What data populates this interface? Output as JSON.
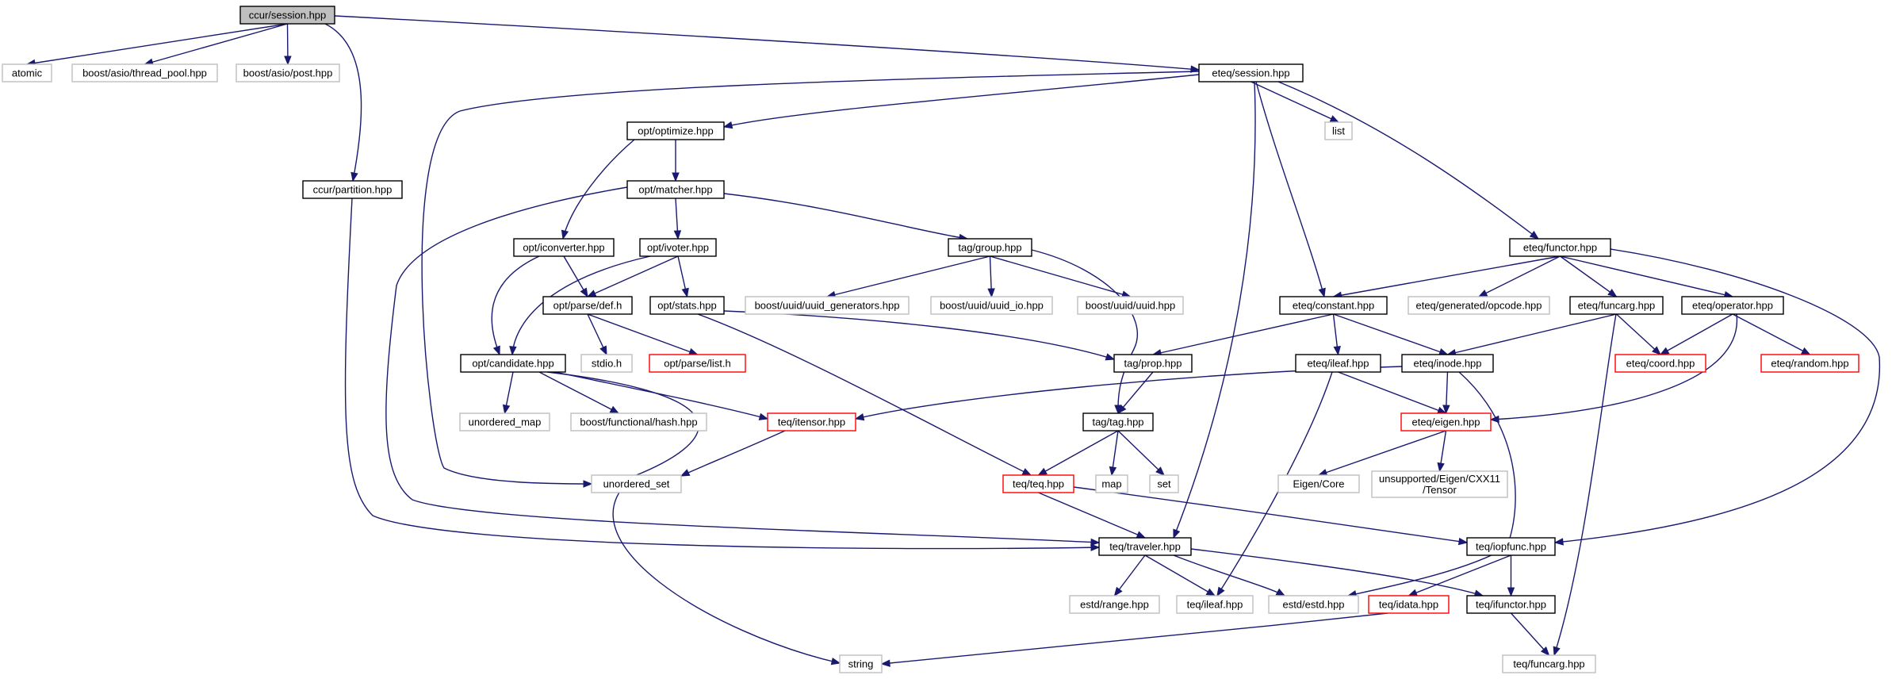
{
  "graph": {
    "nodes": [
      {
        "id": "root",
        "label": "ccur/session.hpp",
        "kind": "root"
      },
      {
        "id": "atomic",
        "label": "atomic",
        "kind": "system"
      },
      {
        "id": "thread_pool",
        "label": "boost/asio/thread_pool.hpp",
        "kind": "system"
      },
      {
        "id": "post",
        "label": "boost/asio/post.hpp",
        "kind": "system"
      },
      {
        "id": "partition",
        "label": "ccur/partition.hpp",
        "kind": "local"
      },
      {
        "id": "eteq_session",
        "label": "eteq/session.hpp",
        "kind": "local"
      },
      {
        "id": "optimize",
        "label": "opt/optimize.hpp",
        "kind": "local"
      },
      {
        "id": "list",
        "label": "list",
        "kind": "system"
      },
      {
        "id": "matcher",
        "label": "opt/matcher.hpp",
        "kind": "local"
      },
      {
        "id": "iconverter",
        "label": "opt/iconverter.hpp",
        "kind": "local"
      },
      {
        "id": "ivoter",
        "label": "opt/ivoter.hpp",
        "kind": "local"
      },
      {
        "id": "tag_group",
        "label": "tag/group.hpp",
        "kind": "local"
      },
      {
        "id": "functor",
        "label": "eteq/functor.hpp",
        "kind": "local"
      },
      {
        "id": "parse_def",
        "label": "opt/parse/def.h",
        "kind": "local"
      },
      {
        "id": "stats",
        "label": "opt/stats.hpp",
        "kind": "local"
      },
      {
        "id": "uuid_gen",
        "label": "boost/uuid/uuid_generators.hpp",
        "kind": "system"
      },
      {
        "id": "uuid_io",
        "label": "boost/uuid/uuid_io.hpp",
        "kind": "system"
      },
      {
        "id": "uuid",
        "label": "boost/uuid/uuid.hpp",
        "kind": "system"
      },
      {
        "id": "constant",
        "label": "eteq/constant.hpp",
        "kind": "local"
      },
      {
        "id": "opcode",
        "label": "eteq/generated/opcode.hpp",
        "kind": "system"
      },
      {
        "id": "funcarg",
        "label": "eteq/funcarg.hpp",
        "kind": "local"
      },
      {
        "id": "operator",
        "label": "eteq/operator.hpp",
        "kind": "local"
      },
      {
        "id": "candidate",
        "label": "opt/candidate.hpp",
        "kind": "local"
      },
      {
        "id": "stdio",
        "label": "stdio.h",
        "kind": "system"
      },
      {
        "id": "parse_list",
        "label": "opt/parse/list.h",
        "kind": "missing"
      },
      {
        "id": "tag_prop",
        "label": "tag/prop.hpp",
        "kind": "local"
      },
      {
        "id": "eteq_ileaf",
        "label": "eteq/ileaf.hpp",
        "kind": "local"
      },
      {
        "id": "eteq_inode",
        "label": "eteq/inode.hpp",
        "kind": "local"
      },
      {
        "id": "eteq_coord",
        "label": "eteq/coord.hpp",
        "kind": "missing"
      },
      {
        "id": "eteq_random",
        "label": "eteq/random.hpp",
        "kind": "missing"
      },
      {
        "id": "unordered_map",
        "label": "unordered_map",
        "kind": "system"
      },
      {
        "id": "hash",
        "label": "boost/functional/hash.hpp",
        "kind": "system"
      },
      {
        "id": "itensor",
        "label": "teq/itensor.hpp",
        "kind": "missing"
      },
      {
        "id": "tag_tag",
        "label": "tag/tag.hpp",
        "kind": "local"
      },
      {
        "id": "eteq_eigen",
        "label": "eteq/eigen.hpp",
        "kind": "missing"
      },
      {
        "id": "unordered_set",
        "label": "unordered_set",
        "kind": "system"
      },
      {
        "id": "teq_teq",
        "label": "teq/teq.hpp",
        "kind": "missing"
      },
      {
        "id": "map",
        "label": "map",
        "kind": "system"
      },
      {
        "id": "set",
        "label": "set",
        "kind": "system"
      },
      {
        "id": "eigen_core",
        "label": "Eigen/Core",
        "kind": "system"
      },
      {
        "id": "eigen_tensor",
        "label": "unsupported/Eigen/CXX11\n/Tensor",
        "kind": "system"
      },
      {
        "id": "traveler",
        "label": "teq/traveler.hpp",
        "kind": "local"
      },
      {
        "id": "iopfunc",
        "label": "teq/iopfunc.hpp",
        "kind": "local"
      },
      {
        "id": "range",
        "label": "estd/range.hpp",
        "kind": "system"
      },
      {
        "id": "teq_ileaf",
        "label": "teq/ileaf.hpp",
        "kind": "system"
      },
      {
        "id": "estd",
        "label": "estd/estd.hpp",
        "kind": "system"
      },
      {
        "id": "idata",
        "label": "teq/idata.hpp",
        "kind": "missing"
      },
      {
        "id": "ifunctor",
        "label": "teq/ifunctor.hpp",
        "kind": "local"
      },
      {
        "id": "string",
        "label": "string",
        "kind": "system"
      },
      {
        "id": "teq_funcarg",
        "label": "teq/funcarg.hpp",
        "kind": "system"
      }
    ],
    "edges": [
      [
        "root",
        "atomic"
      ],
      [
        "root",
        "thread_pool"
      ],
      [
        "root",
        "post"
      ],
      [
        "root",
        "partition"
      ],
      [
        "root",
        "eteq_session"
      ],
      [
        "partition",
        "traveler"
      ],
      [
        "eteq_session",
        "optimize"
      ],
      [
        "eteq_session",
        "list"
      ],
      [
        "eteq_session",
        "functor"
      ],
      [
        "eteq_session",
        "constant"
      ],
      [
        "eteq_session",
        "unordered_set"
      ],
      [
        "eteq_session",
        "traveler"
      ],
      [
        "optimize",
        "matcher"
      ],
      [
        "optimize",
        "iconverter"
      ],
      [
        "matcher",
        "ivoter"
      ],
      [
        "matcher",
        "tag_group"
      ],
      [
        "matcher",
        "traveler"
      ],
      [
        "iconverter",
        "parse_def"
      ],
      [
        "iconverter",
        "candidate"
      ],
      [
        "ivoter",
        "parse_def"
      ],
      [
        "ivoter",
        "stats"
      ],
      [
        "ivoter",
        "candidate"
      ],
      [
        "tag_group",
        "uuid_gen"
      ],
      [
        "tag_group",
        "uuid_io"
      ],
      [
        "tag_group",
        "uuid"
      ],
      [
        "tag_group",
        "tag_tag"
      ],
      [
        "parse_def",
        "stdio"
      ],
      [
        "parse_def",
        "parse_list"
      ],
      [
        "stats",
        "tag_prop"
      ],
      [
        "stats",
        "teq_teq"
      ],
      [
        "candidate",
        "unordered_map"
      ],
      [
        "candidate",
        "hash"
      ],
      [
        "candidate",
        "itensor"
      ],
      [
        "candidate",
        "string"
      ],
      [
        "functor",
        "constant"
      ],
      [
        "functor",
        "opcode"
      ],
      [
        "functor",
        "funcarg"
      ],
      [
        "functor",
        "operator"
      ],
      [
        "functor",
        "iopfunc"
      ],
      [
        "constant",
        "tag_prop"
      ],
      [
        "constant",
        "eteq_ileaf"
      ],
      [
        "constant",
        "eteq_inode"
      ],
      [
        "funcarg",
        "eteq_inode"
      ],
      [
        "funcarg",
        "eteq_coord"
      ],
      [
        "funcarg",
        "teq_funcarg"
      ],
      [
        "operator",
        "eteq_coord"
      ],
      [
        "operator",
        "eteq_random"
      ],
      [
        "operator",
        "eteq_eigen"
      ],
      [
        "tag_prop",
        "tag_tag"
      ],
      [
        "eteq_ileaf",
        "eteq_eigen"
      ],
      [
        "eteq_ileaf",
        "teq_ileaf"
      ],
      [
        "eteq_inode",
        "itensor"
      ],
      [
        "eteq_inode",
        "eteq_eigen"
      ],
      [
        "eteq_inode",
        "estd"
      ],
      [
        "itensor",
        "unordered_set"
      ],
      [
        "tag_tag",
        "teq_teq"
      ],
      [
        "tag_tag",
        "map"
      ],
      [
        "tag_tag",
        "set"
      ],
      [
        "eteq_eigen",
        "eigen_core"
      ],
      [
        "eteq_eigen",
        "eigen_tensor"
      ],
      [
        "teq_teq",
        "traveler"
      ],
      [
        "teq_teq",
        "iopfunc"
      ],
      [
        "traveler",
        "range"
      ],
      [
        "traveler",
        "teq_ileaf"
      ],
      [
        "traveler",
        "estd"
      ],
      [
        "traveler",
        "ifunctor"
      ],
      [
        "iopfunc",
        "idata"
      ],
      [
        "iopfunc",
        "ifunctor"
      ],
      [
        "idata",
        "string"
      ],
      [
        "ifunctor",
        "teq_funcarg"
      ]
    ]
  },
  "colors": {
    "edge": "#191970",
    "root_fill": "#bfbfbf",
    "local_border": "#000000",
    "system_border": "#bfbfbf",
    "missing_border": "#ff0000"
  }
}
